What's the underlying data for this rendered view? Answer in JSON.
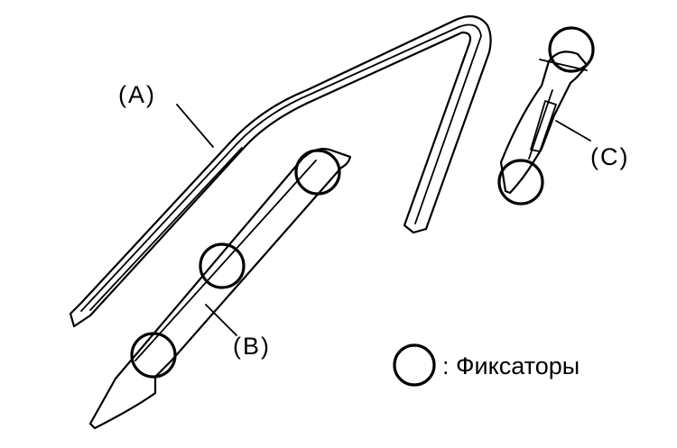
{
  "labels": {
    "a": "(A)",
    "b": "(B)",
    "c": "(C)"
  },
  "legend": {
    "text": ": Фиксаторы"
  }
}
